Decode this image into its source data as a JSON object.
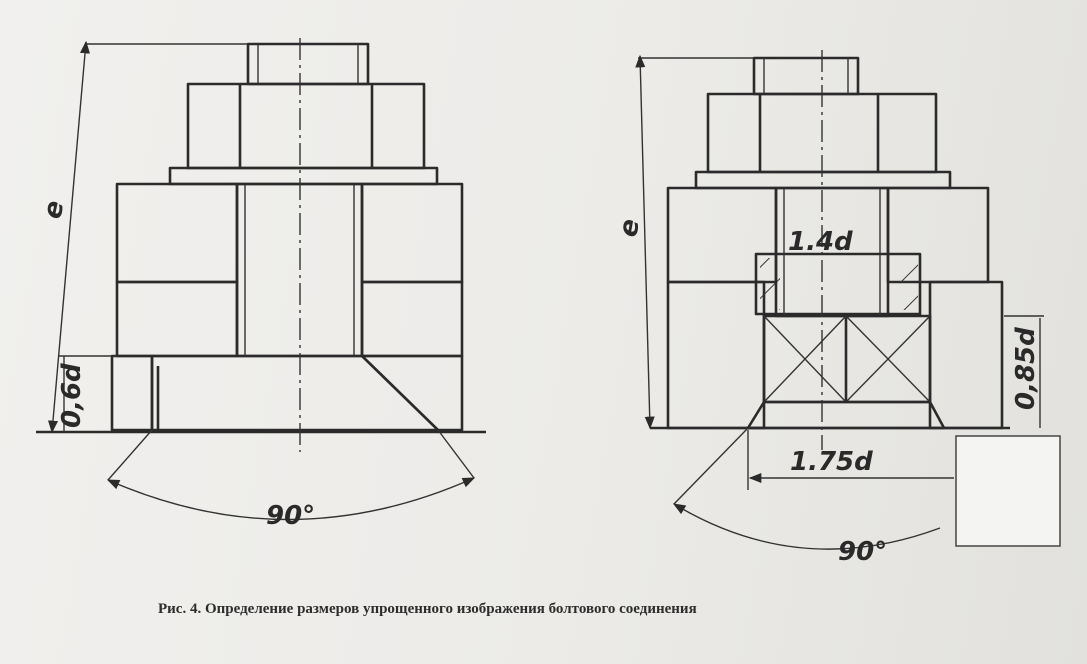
{
  "caption": "Рис. 4. Определение размеров упрощенного изображения болтового соединения",
  "left_view": {
    "length_label": "e",
    "height_label": "0,6d",
    "angle_label": "90°"
  },
  "right_view": {
    "length_label": "e",
    "washer_label": "1.4d",
    "height_label": "0,85d",
    "width_label": "1.75d",
    "angle_label": "90°"
  },
  "colors": {
    "ink": "#2b2b2b",
    "paper": "#efeeeb"
  }
}
